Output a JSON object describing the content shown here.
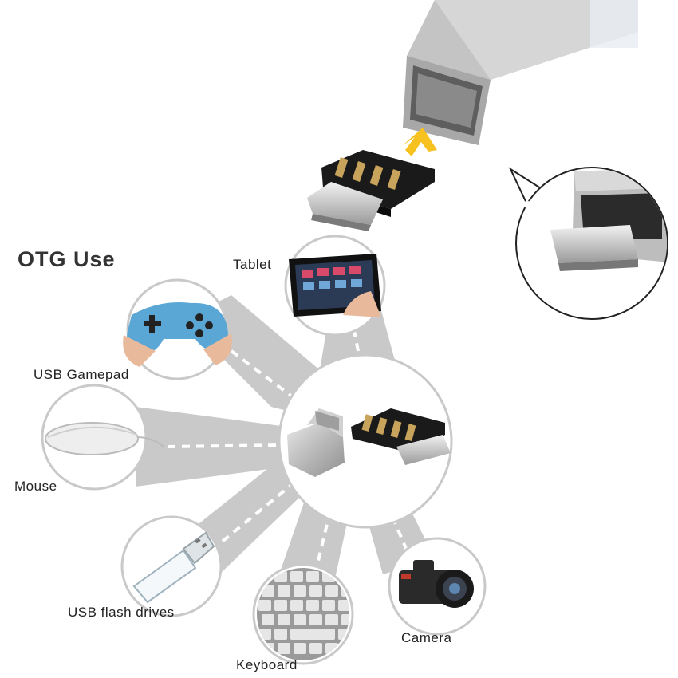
{
  "heading": "OTG Use",
  "devices": {
    "tablet": "Tablet",
    "gamepad": "USB Gamepad",
    "mouse": "Mouse",
    "flash_drive": "USB flash drives",
    "keyboard": "Keyboard",
    "camera": "Camera"
  },
  "colors": {
    "hub": "#c9c9c9",
    "arrow": "#f7c11f",
    "metal": "#b8b8b8",
    "connector_body": "#1a1a1a"
  }
}
